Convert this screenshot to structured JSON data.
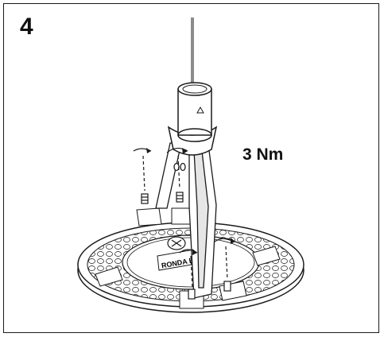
{
  "step": {
    "number": "4"
  },
  "torque": {
    "label": "3 Nm"
  },
  "luminaire": {
    "brand_text": "RONDA KEY"
  },
  "colors": {
    "line": "#1a1a1a",
    "background": "#ffffff",
    "shade": "#cfcfcf"
  }
}
